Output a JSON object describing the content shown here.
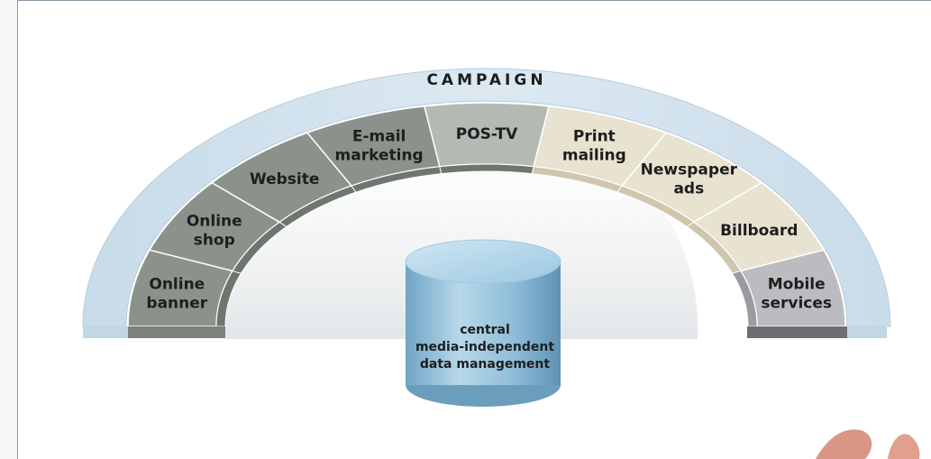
{
  "diagram": {
    "arch_title": "CAMPAIGN",
    "segments": [
      {
        "id": "online-banner",
        "lines": [
          "Online",
          "banner"
        ],
        "group": "online"
      },
      {
        "id": "online-shop",
        "lines": [
          "Online",
          "shop"
        ],
        "group": "online"
      },
      {
        "id": "website",
        "lines": [
          "Website"
        ],
        "group": "online"
      },
      {
        "id": "email-marketing",
        "lines": [
          "E-mail",
          "marketing"
        ],
        "group": "online"
      },
      {
        "id": "pos-tv",
        "lines": [
          "POS-TV"
        ],
        "group": "pos"
      },
      {
        "id": "print-mailing",
        "lines": [
          "Print",
          "mailing"
        ],
        "group": "print"
      },
      {
        "id": "newspaper-ads",
        "lines": [
          "Newspaper",
          "ads"
        ],
        "group": "print"
      },
      {
        "id": "billboard",
        "lines": [
          "Billboard"
        ],
        "group": "print"
      },
      {
        "id": "mobile-services",
        "lines": [
          "Mobile",
          "services"
        ],
        "group": "mobile"
      }
    ],
    "database": {
      "lines": [
        "central",
        "media-independent",
        "data management"
      ]
    }
  },
  "colors": {
    "outer_band": "#d4e4ef",
    "online": "#8b928b",
    "pos": "#b3bab4",
    "print": "#e8e2d1",
    "mobile": "#bcbcc0",
    "database_body": "#8cbad6",
    "database_top": "#b6d7ea",
    "text": "#1e1e1e"
  }
}
